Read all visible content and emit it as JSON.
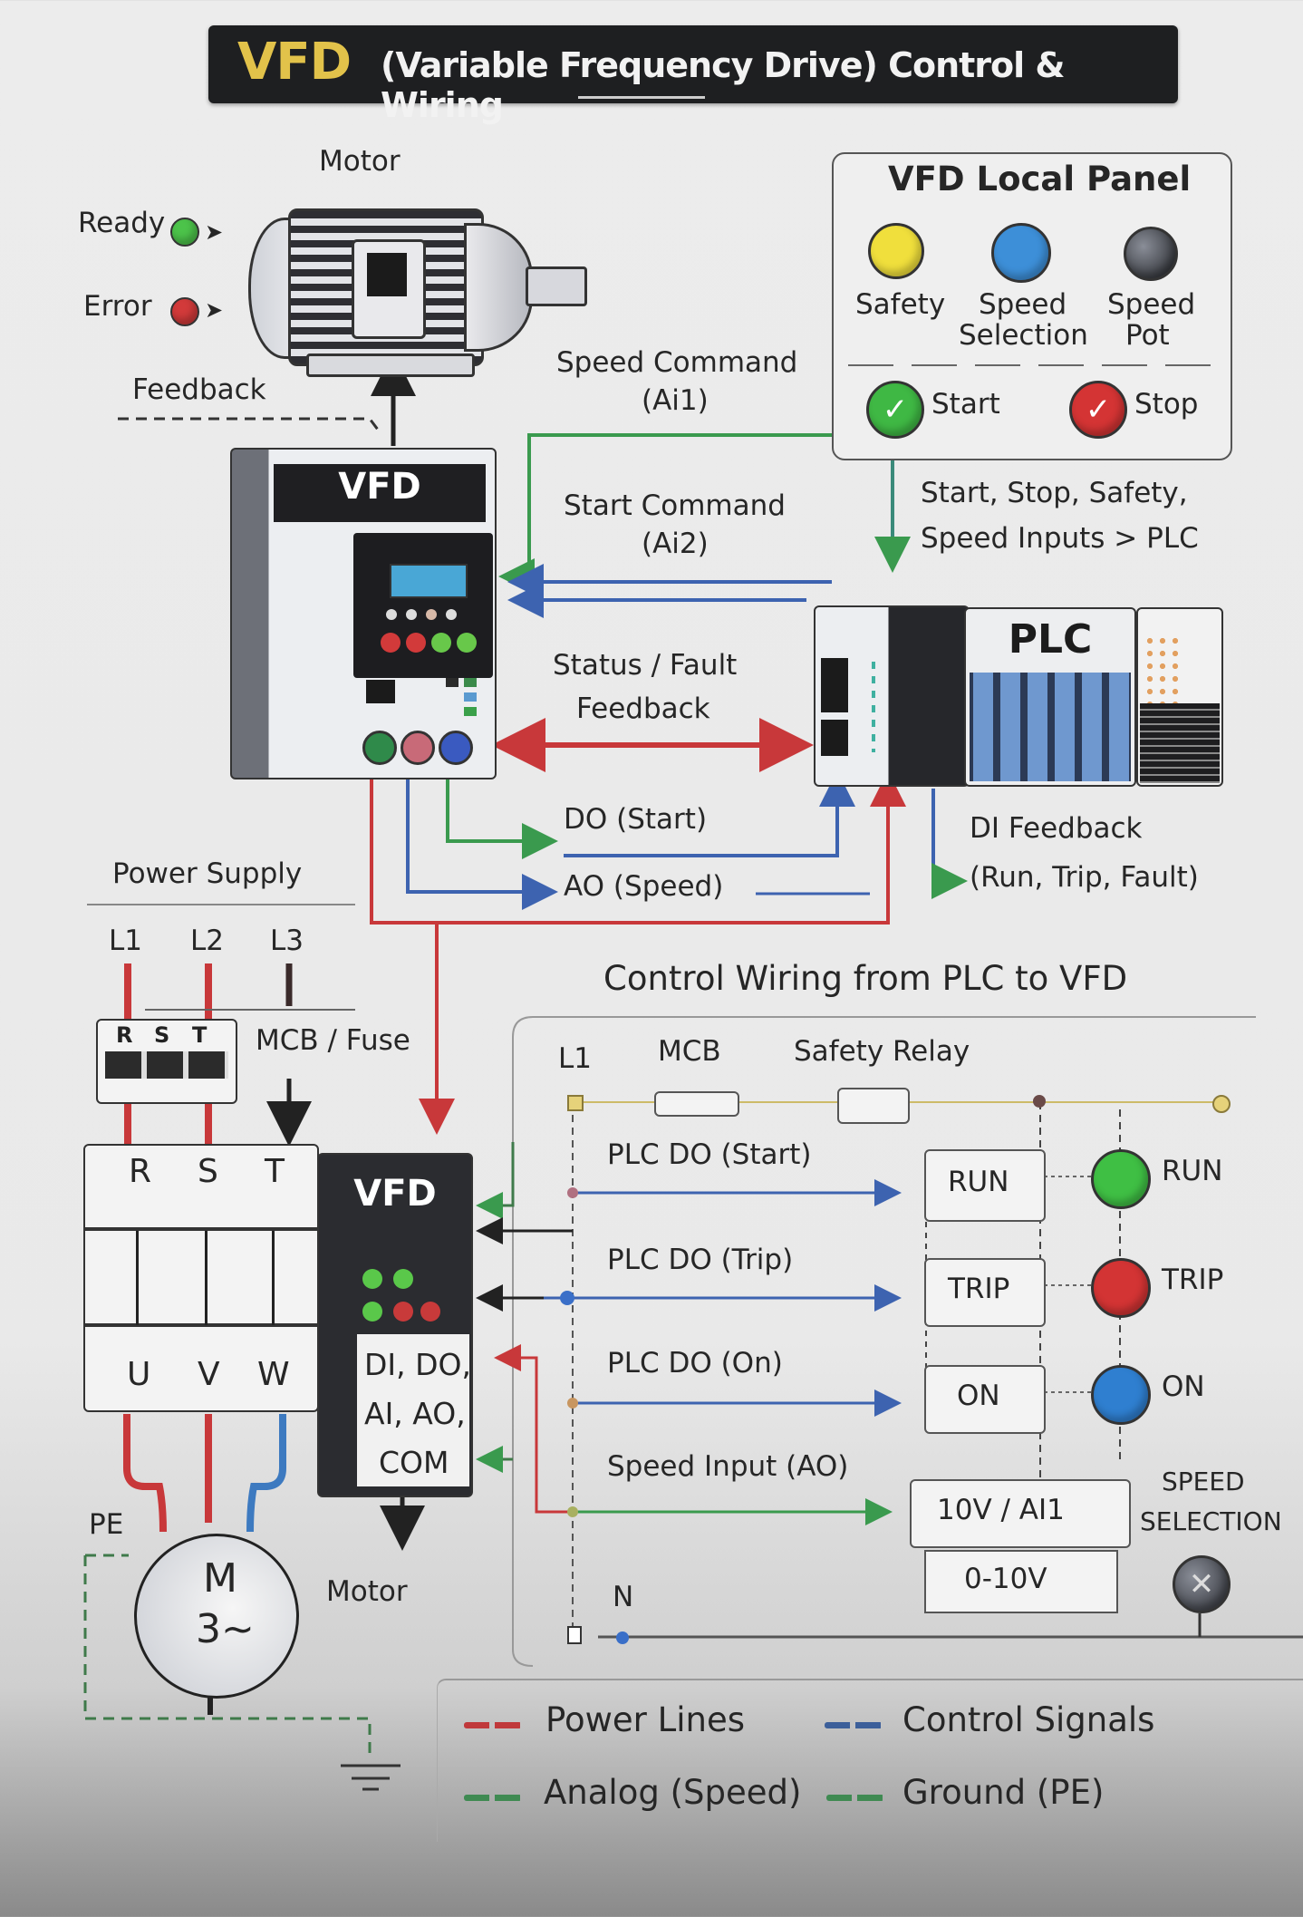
{
  "title": {
    "highlight": "VFD",
    "rest": "(Variable Frequency Drive) Control & Wiring"
  },
  "motor_top": {
    "label": "Motor",
    "indicators": [
      {
        "label": "Ready",
        "color": "#4cc34a"
      },
      {
        "label": "Error",
        "color": "#d23a3a"
      }
    ],
    "feedback_label": "Feedback"
  },
  "vfd_main": {
    "label": "VFD"
  },
  "local_panel": {
    "title": "VFD Local Panel",
    "controls": [
      {
        "label_line1": "Safety",
        "label_line2": "",
        "color": "#f0df3c",
        "icon": "pushbutton-icon"
      },
      {
        "label_line1": "Speed",
        "label_line2": "Selection",
        "color": "#3d8fd8",
        "icon": "selector-button-icon"
      },
      {
        "label_line1": "Speed",
        "label_line2": "Pot",
        "color": "#3a3d44",
        "icon": "potentiometer-knob-icon"
      }
    ],
    "buttons": [
      {
        "label": "Start",
        "color": "#3fb844",
        "icon": "check-icon"
      },
      {
        "label": "Stop",
        "color": "#d43434",
        "icon": "check-icon"
      }
    ]
  },
  "signals": {
    "speed_command": {
      "line1": "Speed Command",
      "line2": "(Ai1)"
    },
    "start_command": {
      "line1": "Start Command",
      "line2": "(Ai2)"
    },
    "status_fault": {
      "line1": "Status / Fault",
      "line2": "Feedback"
    },
    "inputs_to_plc": {
      "line1": "Start, Stop, Safety,",
      "line2": "Speed Inputs > PLC"
    },
    "do_start": "DO (Start)",
    "ao_speed": "AO (Speed)",
    "di_feedback": {
      "line1": "DI Feedback",
      "line2": "(Run, Trip, Fault)"
    }
  },
  "plc": {
    "label": "PLC"
  },
  "power_supply": {
    "title": "Power Supply",
    "lines": [
      "L1",
      "L2",
      "L3"
    ],
    "breaker_terminals": [
      "R",
      "S",
      "T"
    ],
    "mcb_label": "MCB / Fuse"
  },
  "drive_terminals": {
    "input": [
      "R",
      "S",
      "T"
    ],
    "output": [
      "U",
      "V",
      "W"
    ],
    "vfd_label": "VFD",
    "io_label": [
      "DI, DO,",
      "AI, AO,",
      "COM"
    ]
  },
  "motor_bottom": {
    "symbol_line1": "M",
    "symbol_line2": "3~",
    "label": "Motor",
    "pe_label": "PE"
  },
  "control_wiring": {
    "title": "Control Wiring from PLC to VFD",
    "l1": "L1",
    "mcb": "MCB",
    "safety_relay": "Safety Relay",
    "neutral": "N",
    "rows": [
      {
        "signal": "PLC DO (Start)",
        "relay": "RUN",
        "lamp": "RUN",
        "lamp_color": "#3fbf44",
        "dot_color": "#b07080"
      },
      {
        "signal": "PLC DO (Trip)",
        "relay": "TRIP",
        "lamp": "TRIP",
        "lamp_color": "#d33434",
        "dot_color": "#3a6fc8"
      },
      {
        "signal": "PLC DO (On)",
        "relay": "ON",
        "lamp": "ON",
        "lamp_color": "#2f7fd0",
        "dot_color": "#c89660"
      }
    ],
    "speed_input": {
      "signal": "Speed Input (AO)",
      "terminal": "10V / AI1",
      "range": "0-10V",
      "selector_line1": "SPEED",
      "selector_line2": "SELECTION"
    }
  },
  "legend": [
    {
      "label": "Power Lines",
      "color": "#c0393b"
    },
    {
      "label": "Control Signals",
      "color": "#3c5f9a"
    },
    {
      "label": "Analog (Speed)",
      "color": "#3f8a52"
    },
    {
      "label": "Ground (PE)",
      "color": "#3f8a52"
    }
  ],
  "colors": {
    "power": "#c8383a",
    "control": "#3d63b0",
    "analog": "#3a9a4e",
    "ground": "#3f7a4a"
  }
}
